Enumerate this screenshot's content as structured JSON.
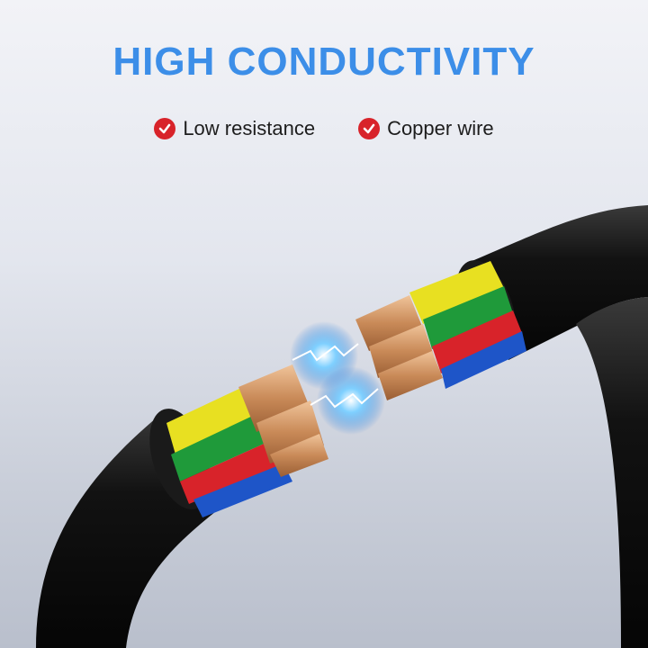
{
  "headline": "HIGH CONDUCTIVITY",
  "features": [
    {
      "label": "Low resistance",
      "icon": "red-check-icon"
    },
    {
      "label": "Copper wire",
      "icon": "red-check-icon"
    }
  ],
  "colors": {
    "headline": "#3c8ee8",
    "check": "#d8232a",
    "cable_jacket": "#111111",
    "wire_yellow": "#e8e021",
    "wire_green": "#1f9a3a",
    "wire_red": "#d8232a",
    "wire_blue": "#1e55c8",
    "copper": "#d49a6a"
  }
}
